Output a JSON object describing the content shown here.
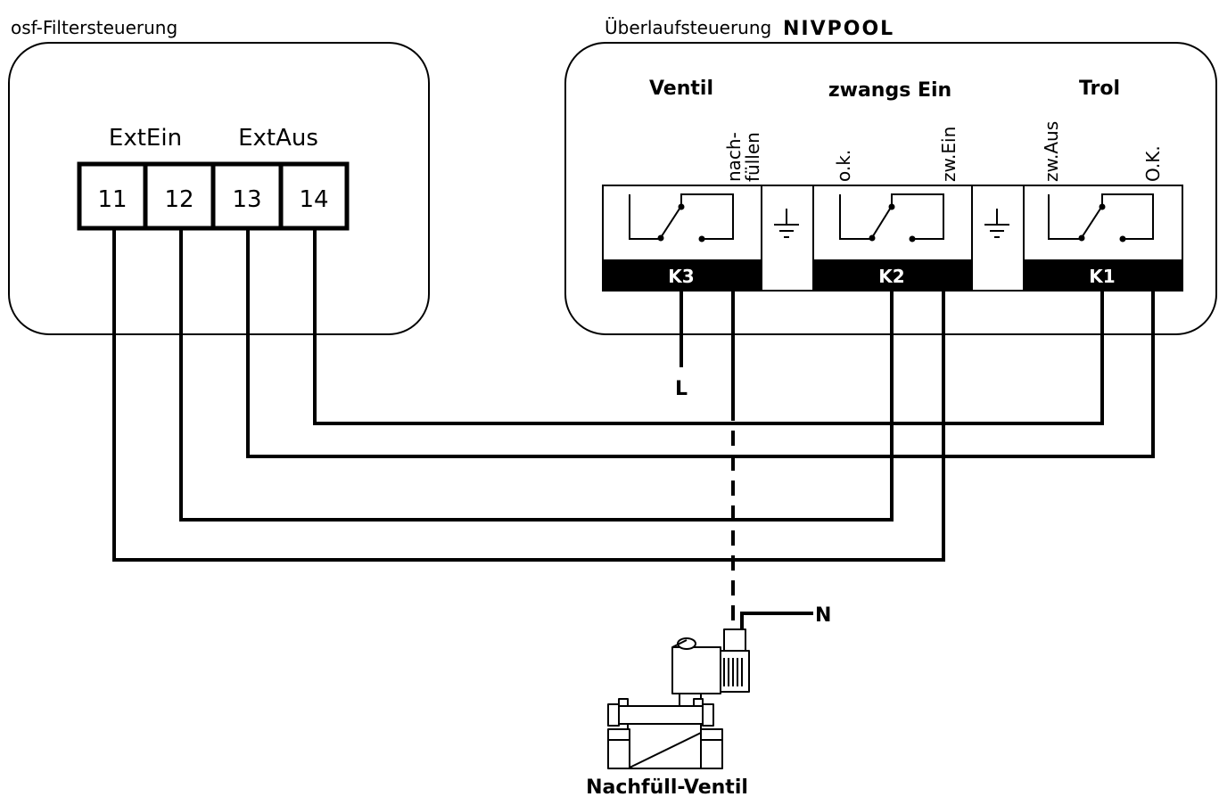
{
  "left_device": {
    "title": "osf-Filtersteuerung",
    "group_labels": [
      "ExtEin",
      "ExtAus"
    ],
    "terminals": [
      "11",
      "12",
      "13",
      "14"
    ]
  },
  "right_device": {
    "title": "Überlaufsteuerung",
    "brand": "NIVPOOL",
    "groups": [
      {
        "heading": "Ventil",
        "relay": "K3",
        "contact_labels": [
          "nach-",
          "füllen"
        ]
      },
      {
        "heading": "zwangs Ein",
        "relay": "K2",
        "contact_labels": [
          "o.k.",
          "zw.Ein"
        ]
      },
      {
        "heading": "Trol",
        "relay": "K1",
        "contact_labels": [
          "zw.Aus",
          "O.K."
        ]
      }
    ]
  },
  "wiring": {
    "L_label": "L",
    "N_label": "N"
  },
  "valve": {
    "label": "Nachfüll-Ventil"
  },
  "colors": {
    "line": "#000000",
    "relay_bar": "#000000",
    "relay_text": "#ffffff",
    "valve_fill": "#ffffff"
  }
}
